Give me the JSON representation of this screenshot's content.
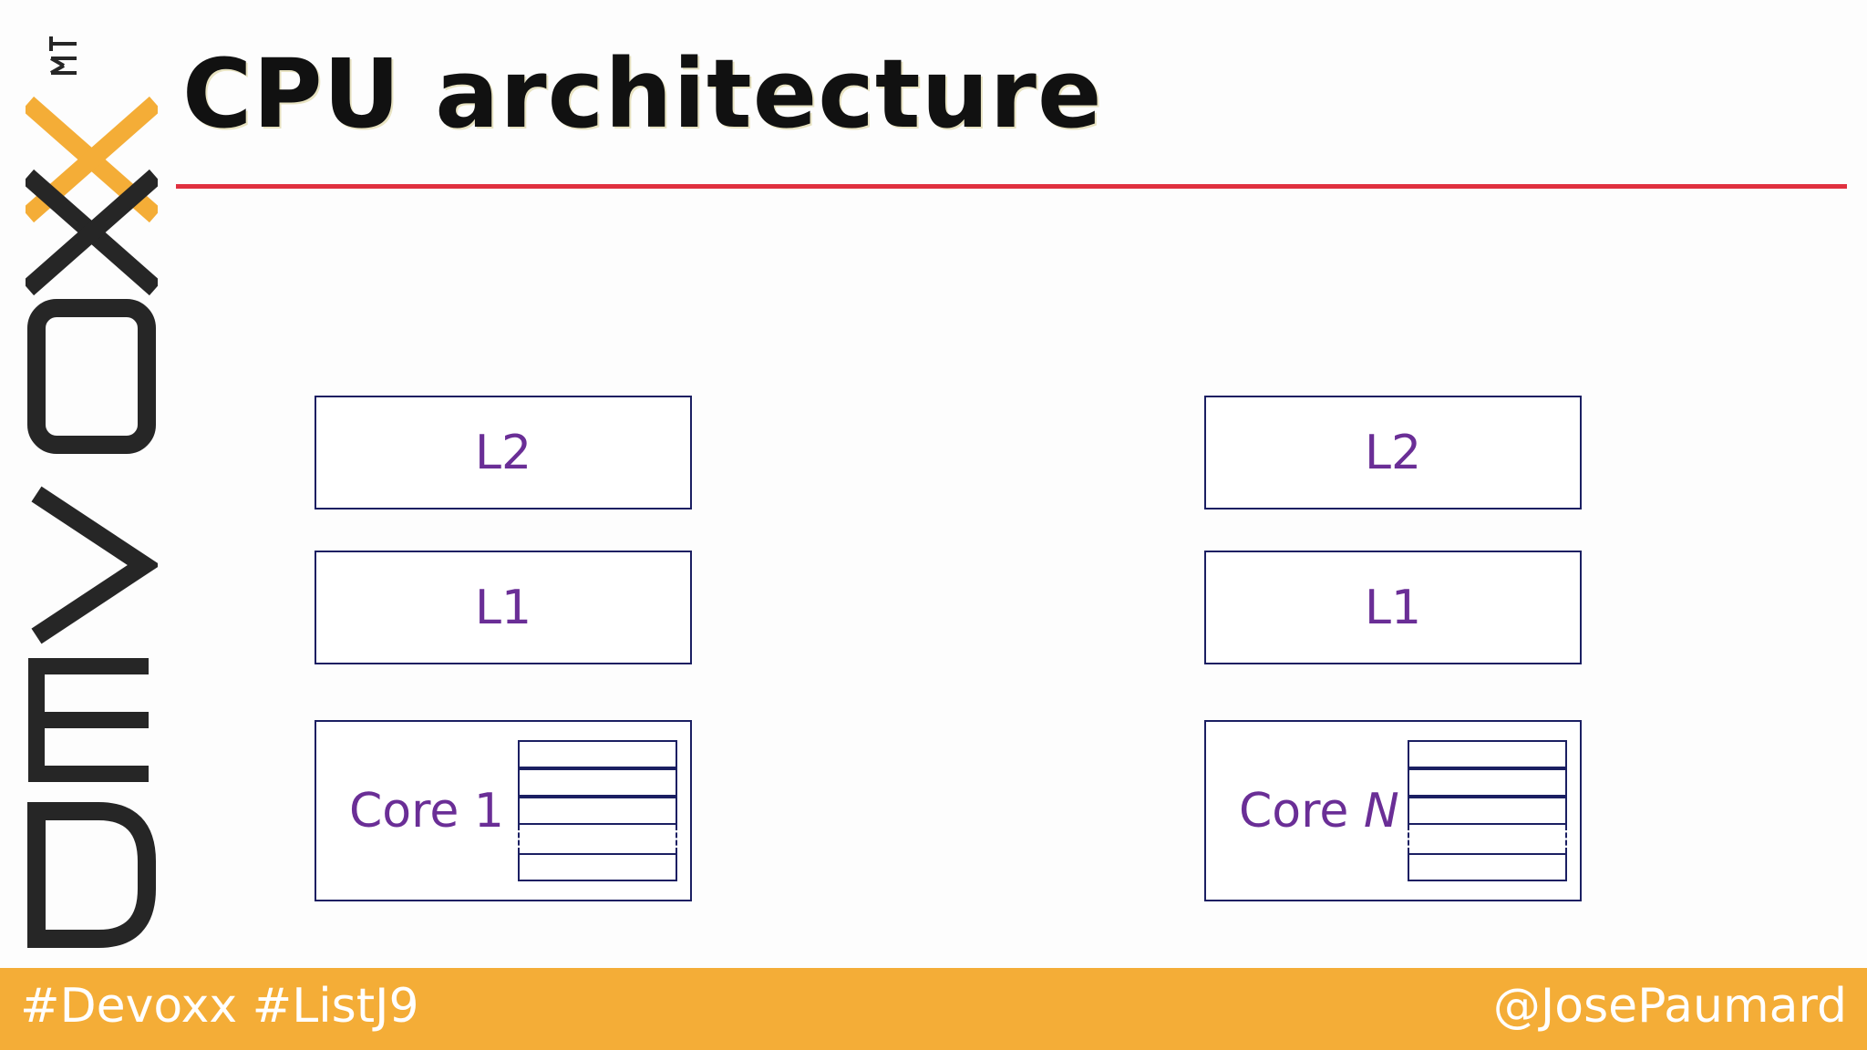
{
  "slide": {
    "title": "CPU architecture",
    "logo_text": "DEVOXX",
    "trademark": "TM"
  },
  "diagram": {
    "columns": [
      {
        "l2": "L2",
        "l1": "L1",
        "core_prefix": "Core ",
        "core_id": "1",
        "core_id_italic": false
      },
      {
        "l2": "L2",
        "l1": "L1",
        "core_prefix": "Core ",
        "core_id": "N",
        "core_id_italic": true
      }
    ]
  },
  "footer": {
    "hashtags": "#Devoxx #ListJ9",
    "handle": "@JosePaumard"
  },
  "colors": {
    "accent_rule": "#e0303f",
    "footer_bg": "#f4ad37",
    "box_border": "#1b1f62",
    "label_text": "#6a2e96",
    "logo_orange": "#f4ad37",
    "logo_dark": "#262626"
  }
}
